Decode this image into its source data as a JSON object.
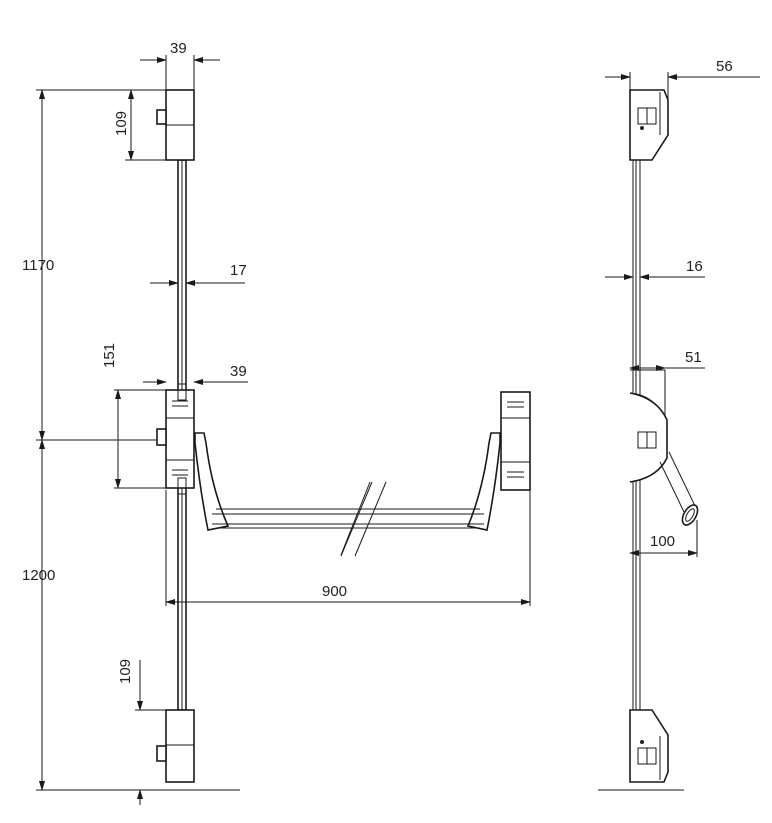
{
  "drawing": {
    "dimensions": {
      "top_box_width": "39",
      "top_box_height": "109",
      "upper_length": "1170",
      "rod_width": "17",
      "center_box_height": "151",
      "center_box_width": "39",
      "lower_length": "1200",
      "bottom_box_height": "109",
      "bar_width": "900",
      "side_top_depth": "56",
      "side_rod_width": "16",
      "side_center_depth": "51",
      "side_handle_projection": "100"
    }
  }
}
